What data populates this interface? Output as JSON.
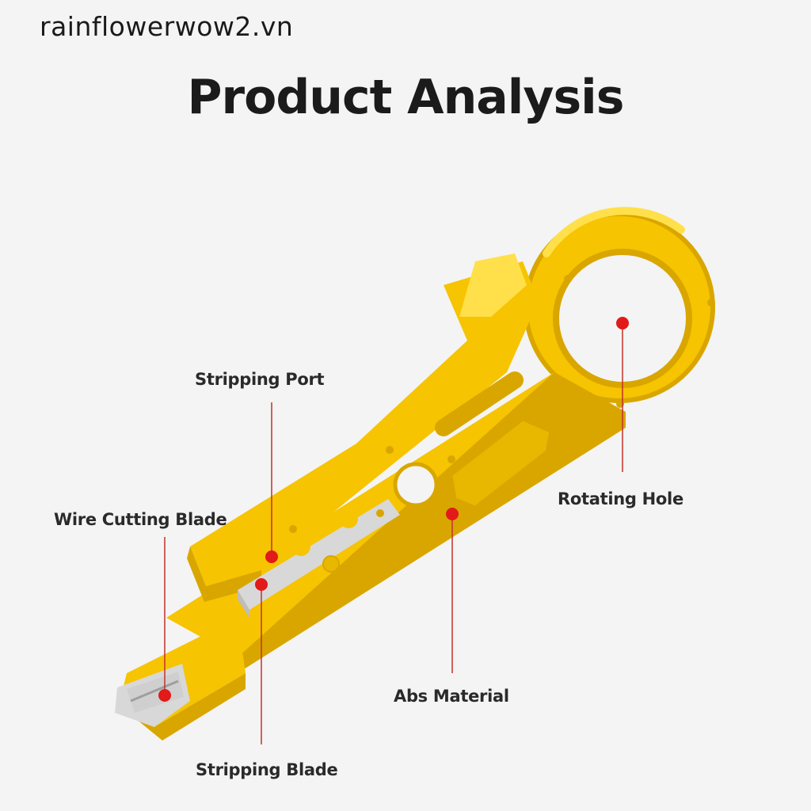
{
  "watermark": "rainflowerwow2.vn",
  "title": "Product Analysis",
  "labels": {
    "stripping_port": "Stripping Port",
    "wire_cutting_blade": "Wire Cutting Blade",
    "rotating_hole": "Rotating Hole",
    "abs_material": "Abs Material",
    "stripping_blade": "Stripping Blade"
  },
  "colors": {
    "tool_body": "#f6c400",
    "tool_shadow": "#d9a600",
    "tool_highlight": "#ffe04a",
    "blade_metal": "#d8d8d8",
    "callout_dot": "#e21a1a",
    "callout_line": "#c4302a"
  }
}
